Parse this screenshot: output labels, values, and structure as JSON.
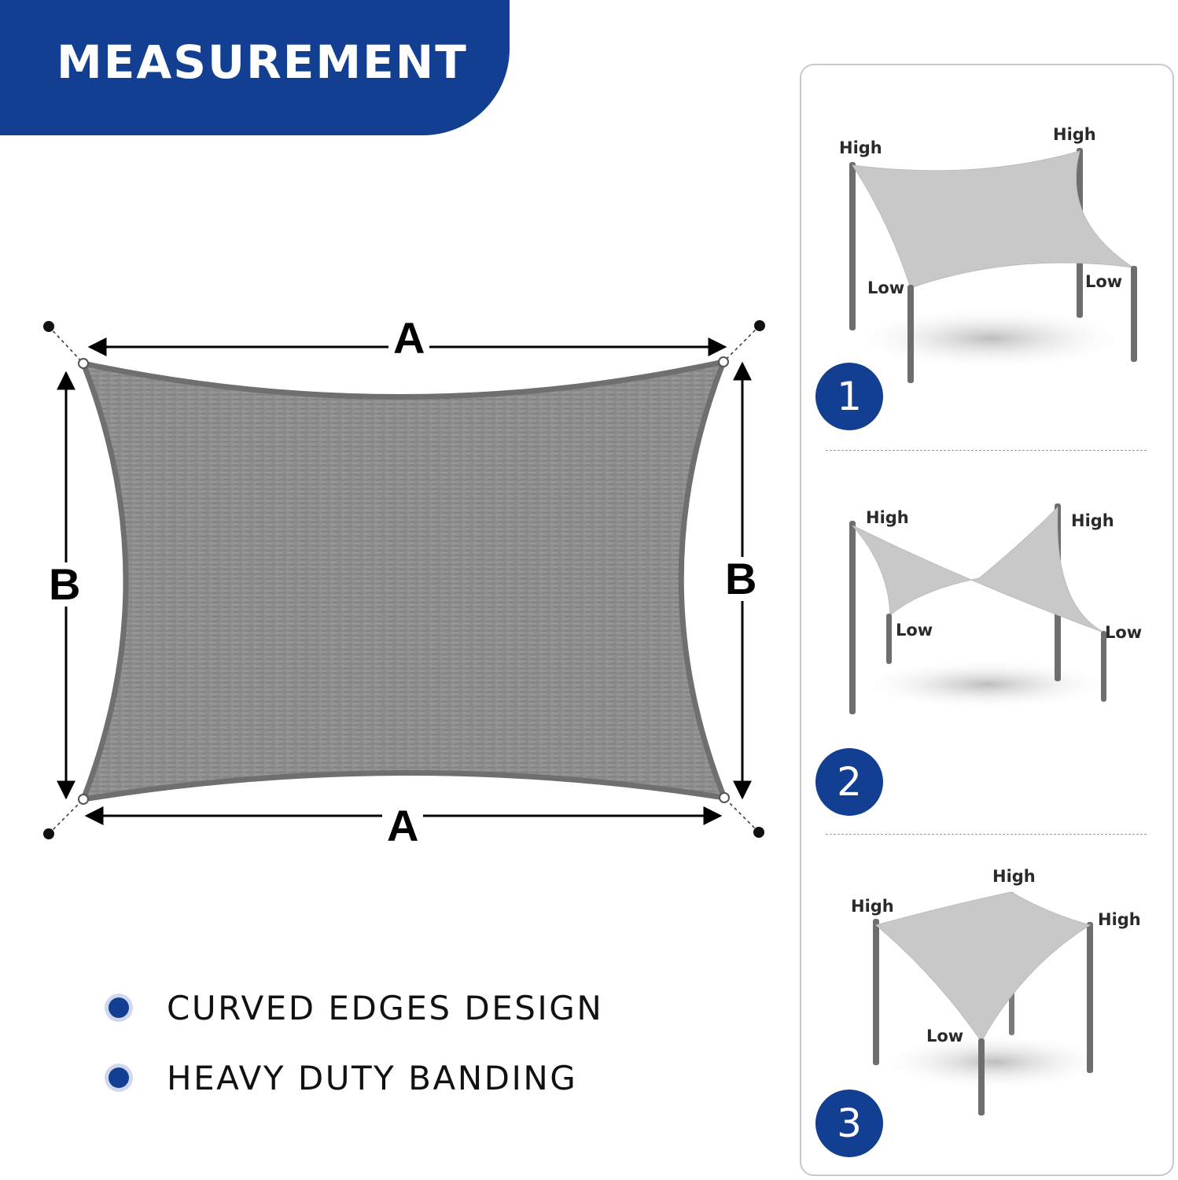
{
  "header": {
    "title": "MEASUREMENT"
  },
  "dimensions": {
    "width_label": "A",
    "height_label": "B"
  },
  "features": [
    {
      "text": "CURVED EDGES DESIGN"
    },
    {
      "text": "HEAVY DUTY BANDING"
    }
  ],
  "installations": [
    {
      "number": "1",
      "labels": [
        "High",
        "High",
        "Low",
        "Low"
      ]
    },
    {
      "number": "2",
      "labels": [
        "High",
        "High",
        "Low",
        "Low"
      ]
    },
    {
      "number": "3",
      "labels": [
        "High",
        "High",
        "High",
        "Low"
      ]
    }
  ],
  "colors": {
    "accent": "#123f91",
    "shade": "#8a8a8a",
    "pole": "#6e6e6e"
  }
}
